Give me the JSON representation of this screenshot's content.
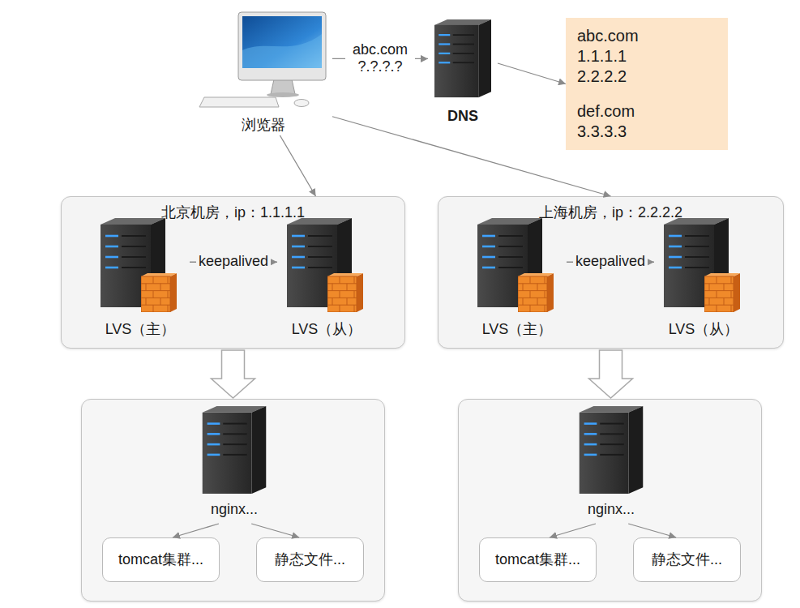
{
  "diagram": {
    "nodes": [
      {
        "text": [
          "浏览器"
        ]
      },
      {
        "text": [
          "DNS"
        ]
      },
      {
        "text": [
          "abc.com 1.1.1.1 2.2.2.2",
          "def.com 3.3.3.3"
        ]
      },
      {
        "text": [
          "北京机房，ip：1.1.1.1"
        ]
      },
      {
        "text": [
          "LVS（主）"
        ],
        "in": 3
      },
      {
        "text": [
          "LVS（从）"
        ],
        "in": 3
      },
      {
        "text": [
          "上海机房，ip：2.2.2.2"
        ]
      },
      {
        "text": [
          "LVS（主）"
        ],
        "in": 6
      },
      {
        "text": [
          "LVS（从）"
        ],
        "in": 6
      },
      {
        "text": []
      },
      {
        "text": [
          "nginx..."
        ],
        "in": 9
      },
      {
        "text": [
          "tomcat集群..."
        ],
        "in": 9
      },
      {
        "text": [
          "静态文件..."
        ],
        "in": 9
      },
      {
        "text": []
      },
      {
        "text": [
          "nginx..."
        ],
        "in": 13
      },
      {
        "text": [
          "tomcat集群..."
        ],
        "in": 13
      },
      {
        "text": [
          "静态文件..."
        ],
        "in": 13
      }
    ],
    "edges": [
      {
        "from": 0,
        "to": 1,
        "arrow": "to",
        "label": "abc.com ?.?.?.?"
      },
      {
        "from": 1,
        "to": 2,
        "arrow": "to"
      },
      {
        "from": 0,
        "to": 3,
        "arrow": "to"
      },
      {
        "from": 0,
        "to": 6,
        "arrow": "to"
      },
      {
        "from": 4,
        "to": 5,
        "arrow": "to",
        "label": "keepalived"
      },
      {
        "from": 7,
        "to": 8,
        "arrow": "to",
        "label": "keepalived"
      },
      {
        "from": 3,
        "to": 9,
        "arrow": "to"
      },
      {
        "from": 6,
        "to": 13,
        "arrow": "to"
      },
      {
        "from": 10,
        "to": 11,
        "arrow": "to"
      },
      {
        "from": 10,
        "to": 12,
        "arrow": "to"
      },
      {
        "from": 14,
        "to": 15,
        "arrow": "to"
      },
      {
        "from": 14,
        "to": 16,
        "arrow": "to"
      }
    ]
  }
}
